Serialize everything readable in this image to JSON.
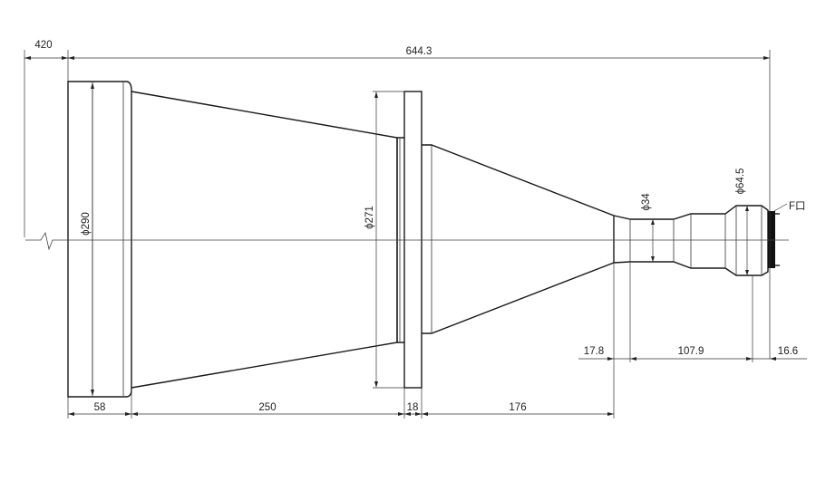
{
  "drawing": {
    "overall_dims": {
      "front": "420",
      "total": "644.3"
    },
    "diameters": {
      "d290": "ϕ290",
      "d271": "ϕ271",
      "d34": "ϕ34",
      "d64_5": "ϕ64.5"
    },
    "mount_label": "F口",
    "bottom_dims": {
      "d58": "58",
      "d250": "250",
      "d18": "18",
      "d176": "176"
    },
    "right_dims": {
      "d17_8": "17.8",
      "d107_9": "107.9",
      "d16_6": "16.6"
    }
  }
}
